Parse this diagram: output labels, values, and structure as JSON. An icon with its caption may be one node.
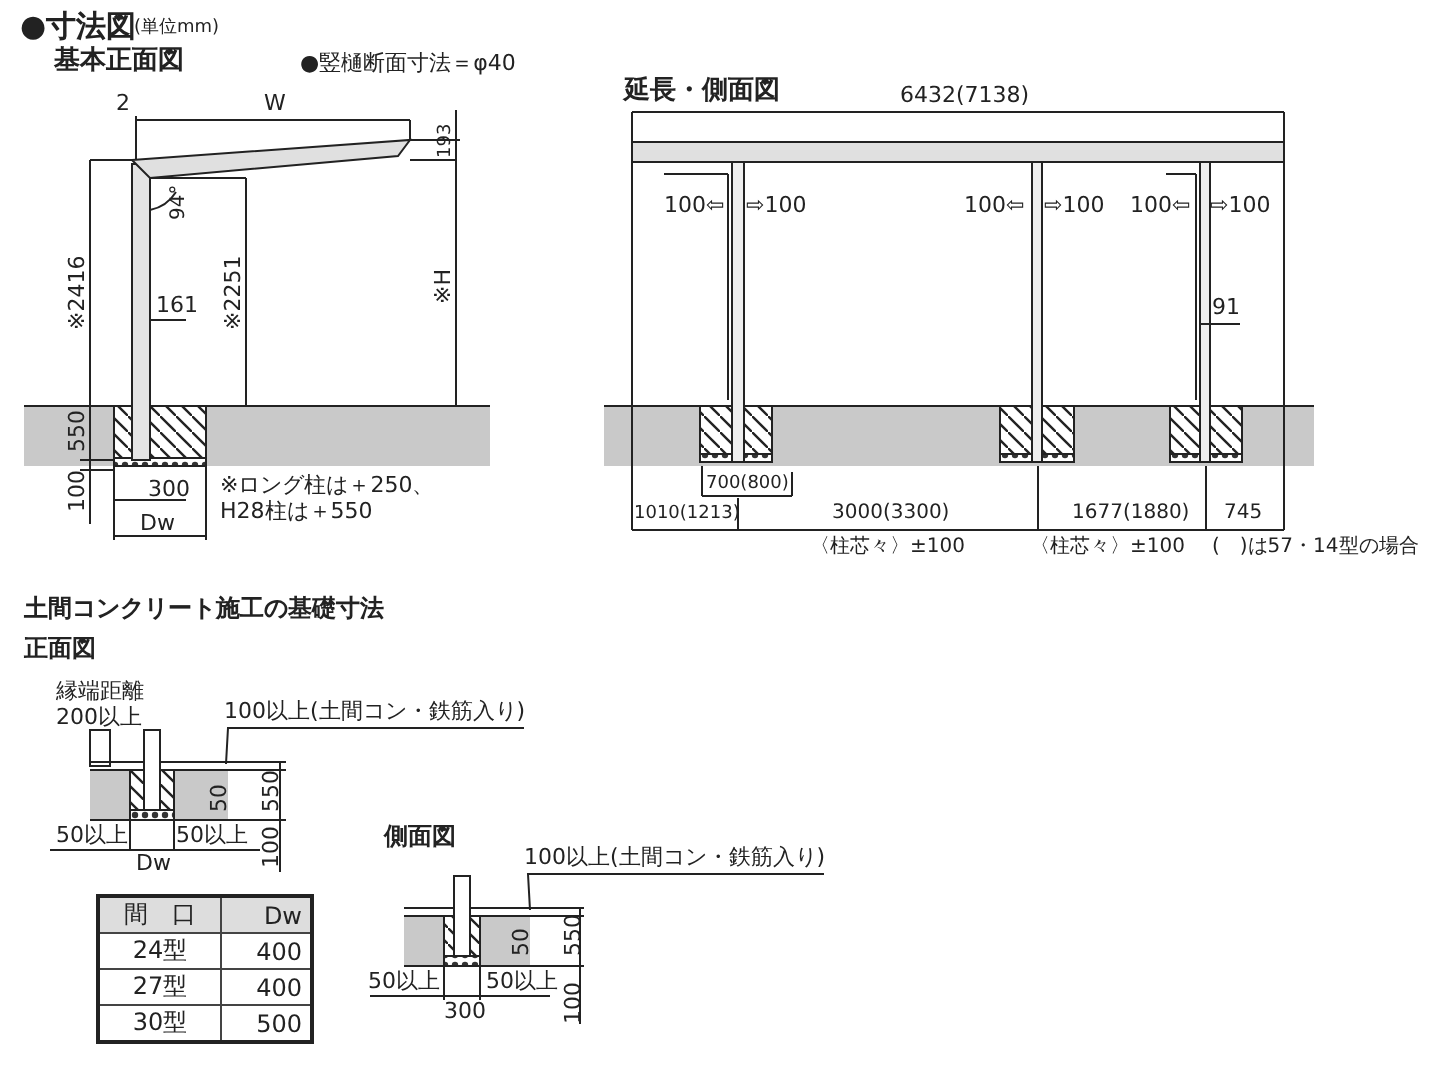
{
  "diagram": {
    "title": "●寸法図",
    "nodes": [
      {
        "text": [
          "100以上(土間コン・鉄筋入り)"
        ]
      },
      {
        "text": [
          "100以上(土間コン・鉄筋入り)"
        ]
      }
    ],
    "edges": [
      {
        "from": 0,
        "to": null,
        "arrow": "none"
      },
      {
        "from": 1,
        "to": null,
        "arrow": "none"
      }
    ],
    "labels": [
      "(単位mm)",
      "基本正面図",
      "●竪樋断面寸法＝φ40",
      "2",
      "W",
      "193",
      "94°",
      "※2416",
      "161",
      "※2251",
      "※H",
      "550",
      "100",
      "300",
      "Dw",
      "※ロング柱は＋250、H28柱は＋550",
      "延長・側面図",
      "6432(7138)",
      "100⇦",
      "⇨100",
      "100⇦",
      "⇨100",
      "100⇦",
      "⇨100",
      "91",
      "700(800)",
      "1010(1213)",
      "3000(3300)",
      "1677(1880)",
      "745",
      "〈柱芯々〉±100",
      "〈柱芯々〉±100",
      "(　)は57・14型の場合",
      "土間コンクリート施工の基礎寸法",
      "正面図",
      "縁端距離200以上",
      "50",
      "550",
      "50以上",
      "50以上",
      "100",
      "Dw",
      "間　口",
      "Dw",
      "24型",
      "400",
      "27型",
      "400",
      "30型",
      "500",
      "側面図",
      "50",
      "550",
      "50以上",
      "50以上",
      "300",
      "100"
    ]
  }
}
